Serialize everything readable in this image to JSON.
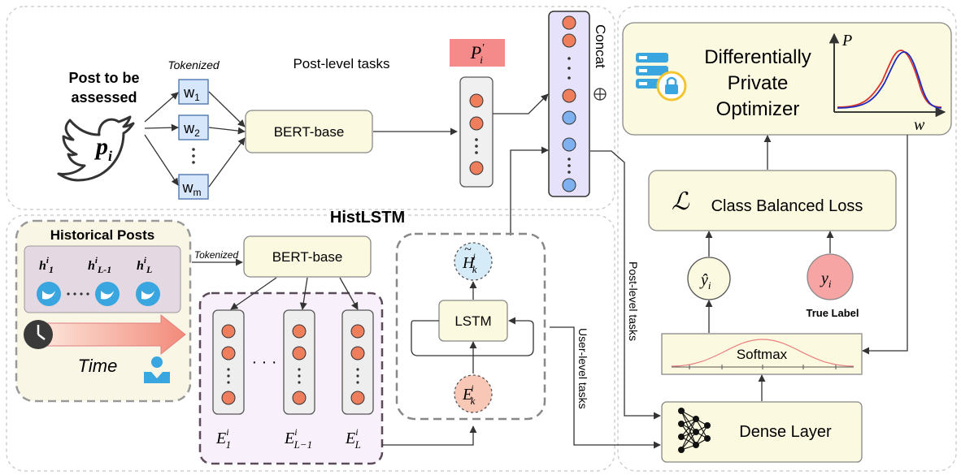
{
  "post_panel": {
    "post_label_line1": "Post to be",
    "post_label_line2": "assessed",
    "post_symbol": "p",
    "post_symbol_sub": "i",
    "tokenized": "Tokenized",
    "tokens": [
      "w",
      "w",
      "w"
    ],
    "token_subs": [
      "1",
      "2",
      "m"
    ],
    "bert": "BERT-base",
    "post_level_tasks": "Post-level tasks",
    "p_prime": "P",
    "p_prime_sub": "i",
    "concat": "Concat"
  },
  "hist_panel": {
    "title": "HistLSTM",
    "historical_posts": "Historical Posts",
    "h_labels": [
      "h",
      "h",
      "h"
    ],
    "h_subs": [
      "1",
      "L-1",
      "L"
    ],
    "tokenized": "Tokenized",
    "bert": "BERT-base",
    "time": "Time",
    "e_labels": [
      "E",
      "E",
      "E"
    ],
    "e_subs": [
      "1",
      "L−1",
      "L"
    ],
    "lstm": "LSTM",
    "h_tilde": "H",
    "h_tilde_sub": "k",
    "e_k": "E",
    "e_k_sub": "k",
    "user_level_tasks": "User-level tasks",
    "dots": "· · ·"
  },
  "right_panel": {
    "dp_line1": "Differentially",
    "dp_line2": "Private",
    "dp_line3": "Optimizer",
    "axis_p": "P",
    "axis_w": "w",
    "loss_symbol": "ℒ",
    "loss": "Class Balanced Loss",
    "y_hat": "ŷ",
    "y_hat_sub": "i",
    "y": "y",
    "y_sub": "i",
    "true_label": "True Label",
    "softmax": "Softmax",
    "dense": "Dense Layer",
    "post_level_tasks_vertical": "Post-level tasks"
  },
  "colors": {
    "node_orange": "#ef7e5d",
    "node_blue": "#7fb0f0",
    "box_cream": "#fbf9e0",
    "token_blue": "#d6e6fb",
    "twitter_blue": "#3aa6e0",
    "pink_label": "#f48a8a",
    "y_circle": "#f7a4a4",
    "curve_red": "#d9342b",
    "curve_blue": "#1f2bbf"
  }
}
